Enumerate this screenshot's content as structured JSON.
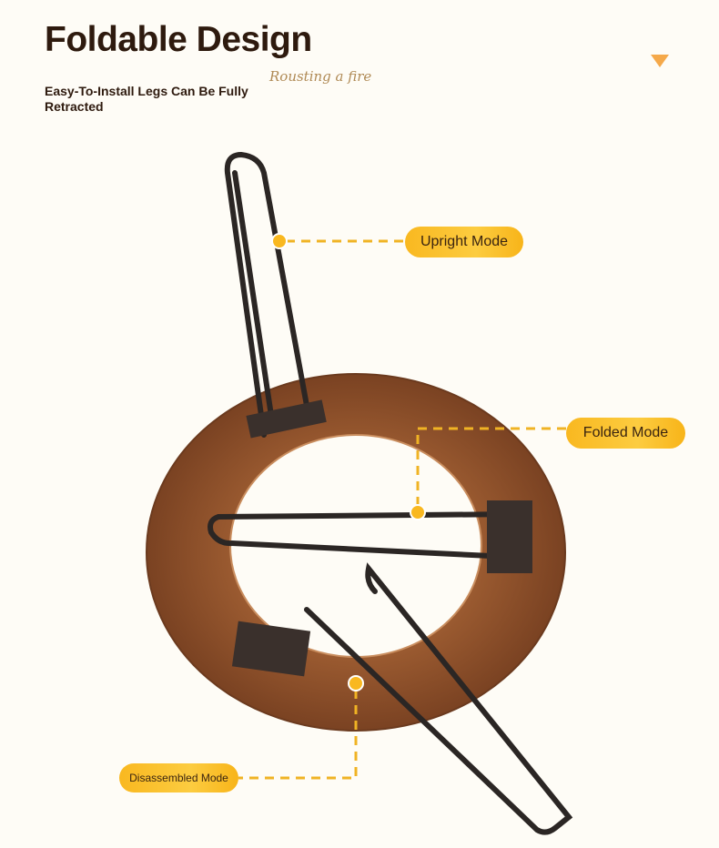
{
  "header": {
    "title": "Foldable Design",
    "subtitle": "Easy-To-Install Legs Can Be Fully Retracted",
    "script_text": "Rousting a fire"
  },
  "callouts": {
    "upright": "Upright Mode",
    "folded": "Folded Mode",
    "disassembled": "Disassembled Mode"
  },
  "colors": {
    "accent": "#f9b820",
    "wood": "#8a4f2a",
    "metal": "#2b2624",
    "title": "#2e1a0e"
  }
}
